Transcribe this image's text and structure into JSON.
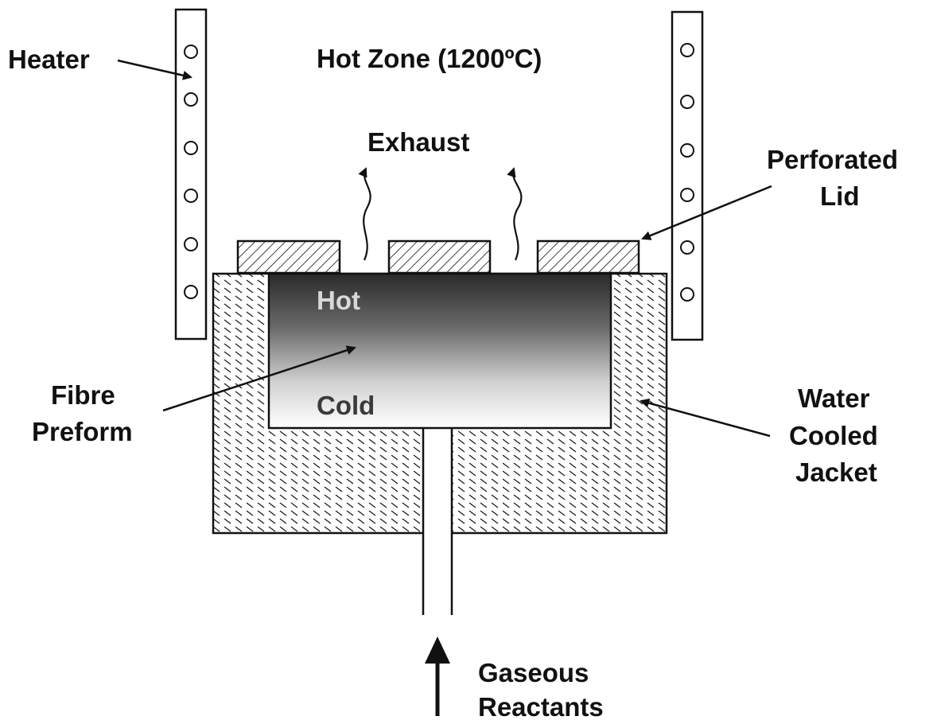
{
  "labels": {
    "heater": "Heater",
    "hot_zone": "Hot Zone (1200ºC)",
    "exhaust": "Exhaust",
    "perforated_lid_line1": "Perforated",
    "perforated_lid_line2": "Lid",
    "hot": "Hot",
    "cold": "Cold",
    "fibre_preform_line1": "Fibre",
    "fibre_preform_line2": "Preform",
    "water_jacket_line1": "Water",
    "water_jacket_line2": "Cooled",
    "water_jacket_line3": "Jacket",
    "gaseous_line1": "Gaseous",
    "gaseous_line2": "Reactants"
  },
  "colors": {
    "ink": "#111111",
    "preform_hot": "#2a2a2a",
    "preform_cold": "#ffffff",
    "hot_text": "#d8d8d8",
    "cold_text": "#3a3a3a"
  }
}
